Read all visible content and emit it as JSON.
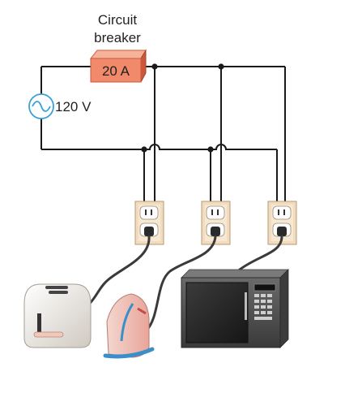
{
  "breaker": {
    "title_line1": "Circuit",
    "title_line2": "breaker",
    "rating": "20 A"
  },
  "source": {
    "voltage": "120 V",
    "icon": "ac-source-icon"
  },
  "outlets": [
    {
      "name": "outlet-1"
    },
    {
      "name": "outlet-2"
    },
    {
      "name": "outlet-3"
    }
  ],
  "appliances": [
    {
      "icon": "toaster-icon"
    },
    {
      "icon": "iron-icon"
    },
    {
      "icon": "microwave-icon"
    }
  ],
  "colors": {
    "breaker_face": "#f08a6a",
    "breaker_top": "#f7b39a",
    "breaker_side": "#c9583c",
    "source_circle": "#3aa0d8",
    "wire": "#1a1a1a",
    "outlet_plate": "#f2dcc0"
  }
}
